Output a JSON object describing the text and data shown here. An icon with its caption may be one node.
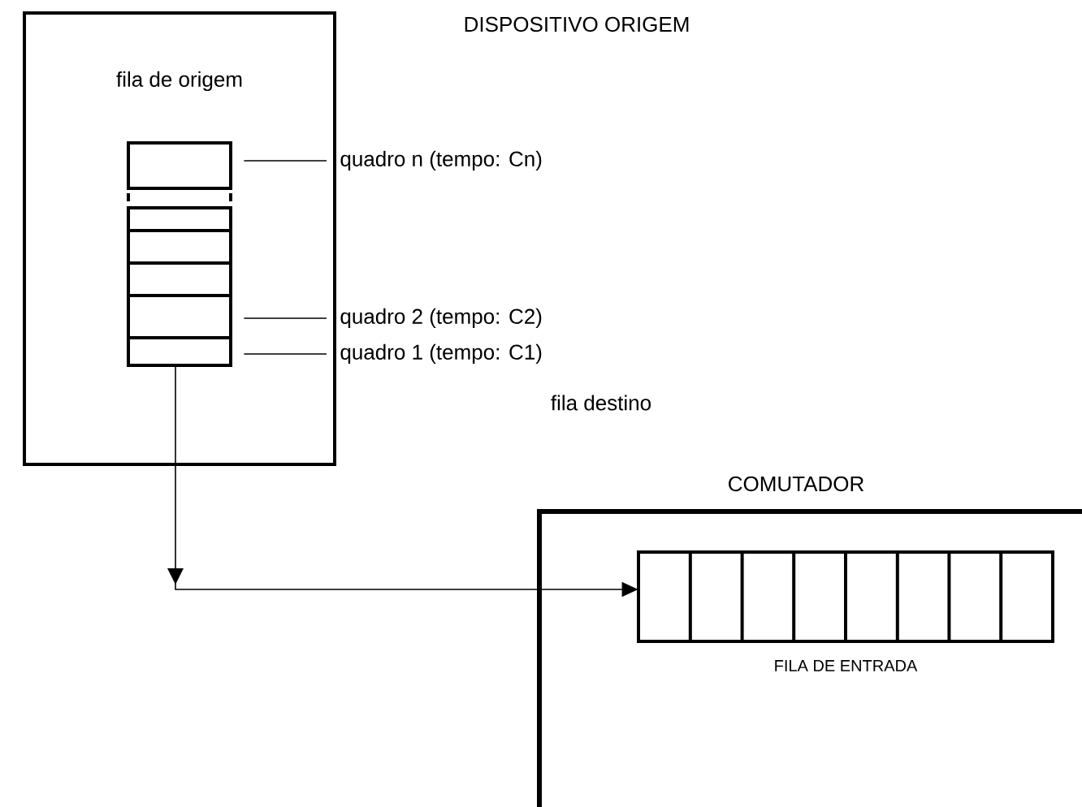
{
  "diagram": {
    "nodes": [
      {
        "text": [
          "fila de origem"
        ]
      },
      {
        "text": [],
        "shape": "box",
        "in": 0
      },
      {
        "text": [
          "quadro n (tempo: Cn)"
        ]
      },
      {
        "text": [
          "quadro 2 (tempo: C2)"
        ]
      },
      {
        "text": [
          "quadro 1 (tempo: C1)"
        ]
      },
      {
        "text": [
          "COMUTADOR"
        ]
      },
      {
        "text": [
          "FILA DE ENTRADA"
        ],
        "in": 5
      }
    ],
    "edges": [
      {
        "from": 2,
        "to": 1,
        "arrow": "none"
      },
      {
        "from": 3,
        "to": 1,
        "arrow": "none"
      },
      {
        "from": 4,
        "to": 1,
        "arrow": "none"
      },
      {
        "from": 1,
        "to": 6,
        "arrow": "to"
      }
    ],
    "labels": [
      "DISPOSITIVO ORIGEM",
      "fila destino"
    ]
  }
}
